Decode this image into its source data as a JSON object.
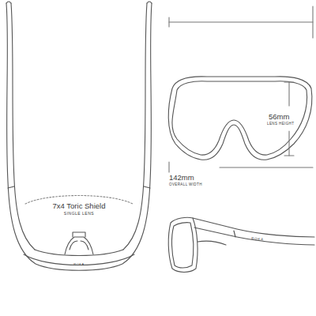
{
  "diagram": {
    "labels": [
      "7x4 Toric Shield",
      "SINGLE LENS",
      "56mm",
      "LENS HEIGHT",
      "142mm",
      "OVERALL WIDTH",
      "ROKA",
      "ROKA"
    ]
  }
}
